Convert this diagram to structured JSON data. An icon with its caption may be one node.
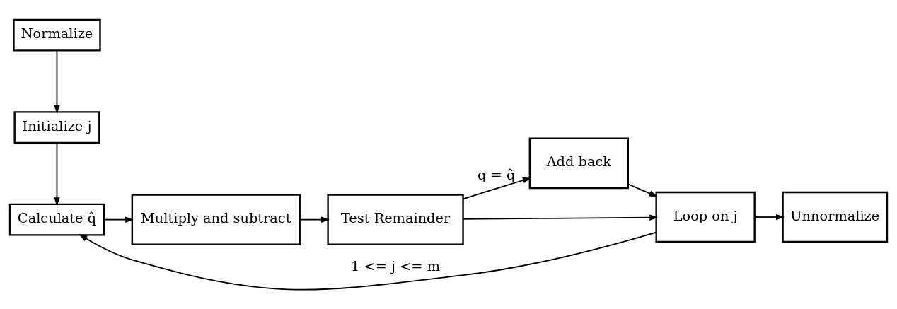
{
  "diagram": {
    "nodes": [
      {
        "text": [
          "Normalize"
        ]
      },
      {
        "text": [
          "Initialize j"
        ]
      },
      {
        "text": [
          "Calculate q̂"
        ]
      },
      {
        "text": [
          "Multiply and subtract"
        ]
      },
      {
        "text": [
          "Test Remainder"
        ]
      },
      {
        "text": [
          "Add back"
        ]
      },
      {
        "text": [
          "Loop on j"
        ]
      },
      {
        "text": [
          "Unnormalize"
        ]
      }
    ],
    "edges": [
      {
        "from": 0,
        "to": 1,
        "arrow": "to"
      },
      {
        "from": 1,
        "to": 2,
        "arrow": "to"
      },
      {
        "from": 2,
        "to": 3,
        "arrow": "to"
      },
      {
        "from": 3,
        "to": 4,
        "arrow": "to"
      },
      {
        "from": 4,
        "to": 5,
        "arrow": "to",
        "label": "q = q̂"
      },
      {
        "from": 5,
        "to": 6,
        "arrow": "to"
      },
      {
        "from": 4,
        "to": 6,
        "arrow": "to"
      },
      {
        "from": 6,
        "to": 7,
        "arrow": "to"
      },
      {
        "from": 6,
        "to": 2,
        "arrow": "to",
        "label": "1 <= j <= m"
      }
    ]
  }
}
